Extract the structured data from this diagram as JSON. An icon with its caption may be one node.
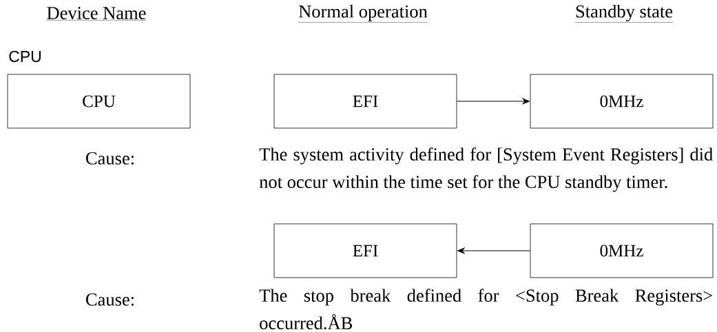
{
  "diagram": {
    "nodes": [
      {
        "text": [
          "CPU"
        ]
      },
      {
        "text": [
          "EFI"
        ]
      },
      {
        "text": [
          "0MHz"
        ]
      },
      {
        "text": [
          "EFI"
        ]
      },
      {
        "text": [
          "0MHz"
        ]
      }
    ],
    "edges": [
      {
        "from": 1,
        "to": 2,
        "arrow": "to"
      },
      {
        "from": 4,
        "to": 3,
        "arrow": "to"
      }
    ],
    "labels": [
      "Device Name",
      "Normal operation",
      "Standby state",
      "CPU",
      "Cause:",
      "The system activity defined for [System Event Registers] did not occur within the time set for the CPU standby timer.",
      "Cause:",
      "The stop break defined for <Stop Break Registers> occurred.ÅB"
    ]
  }
}
